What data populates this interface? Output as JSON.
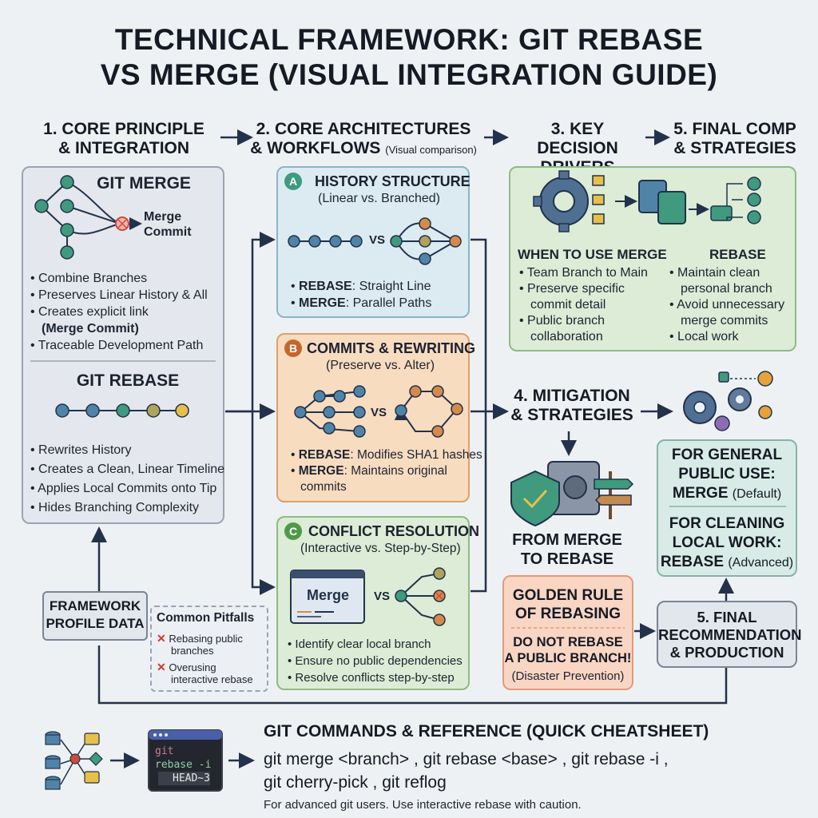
{
  "title_line1": "TECHNICAL FRAMEWORK: GIT REBASE",
  "title_line2": "VS MERGE (VISUAL INTEGRATION GUIDE)",
  "headers": {
    "h1_line1": "1. CORE PRINCIPLE",
    "h1_line2": "& INTEGRATION",
    "h2_line1": "2. CORE ARCHITECTURES",
    "h2_line2": "& WORKFLOWS",
    "h2_small": "(Visual comparison)",
    "h3_line1": "3. KEY DECISION",
    "h3_line2": "DRIVERS",
    "h5_line1": "5. FINAL COMP",
    "h5_line2": "& STRATEGIES"
  },
  "core": {
    "merge_title": "GIT MERGE",
    "merge_label_1": "Merge",
    "merge_label_2": "Commit",
    "merge_bullets": [
      "Combine Branches",
      "Preserves Linear History & All",
      "Creates explicit link"
    ],
    "merge_bold": "(Merge Commit)",
    "merge_bullet_last": "Traceable Development Path",
    "rebase_title": "GIT REBASE",
    "rebase_bullets": [
      "Rewrites History",
      "Creates a Clean, Linear Timeline",
      "Applies Local Commits onto Tip",
      "Hides Branching Complexity"
    ]
  },
  "card_a": {
    "badge": "A",
    "title": "HISTORY STRUCTURE",
    "sub": "(Linear vs. Branched)",
    "vs": "VS",
    "rebase_key": "REBASE",
    "rebase_val": ": Straight Line",
    "merge_key": "MERGE",
    "merge_val": ": Parallel Paths"
  },
  "card_b": {
    "badge": "B",
    "title": "COMMITS & REWRITING",
    "sub": "(Preserve vs. Alter)",
    "vs": "VS",
    "rebase_key": "REBASE",
    "rebase_val": ": Modifies SHA1 hashes",
    "merge_key": "MERGE",
    "merge_val": ": Maintains original",
    "merge_val2": "commits"
  },
  "card_c": {
    "badge": "C",
    "title": "CONFLICT RESOLUTION",
    "sub": "(Interactive vs. Step-by-Step)",
    "window_label": "Merge",
    "vs": "VS",
    "bullets": [
      "Identify clear local branch",
      "Ensure no public dependencies",
      "Resolve conflicts step-by-step"
    ]
  },
  "decision": {
    "merge_title": "WHEN TO USE MERGE",
    "merge_bullets": [
      "Team Branch to Main",
      "Preserve specific",
      "commit detail",
      "Public branch",
      "collaboration"
    ],
    "rebase_title": "REBASE",
    "rebase_bullets": [
      "Maintain clean",
      "personal branch",
      "Avoid unnecessary",
      "merge commits",
      "Local work"
    ]
  },
  "mitigation": {
    "title_line1": "4. MITIGATION",
    "title_line2": "& STRATEGIES",
    "from_line1": "FROM MERGE",
    "from_line2": "TO REBASE"
  },
  "golden": {
    "title_line1": "GOLDEN RULE",
    "title_line2": "OF REBASING",
    "warn_line1": "DO NOT REBASE",
    "warn_line2": "A PUBLIC BRANCH!",
    "note": "(Disaster Prevention)"
  },
  "strategies": {
    "general_line1": "FOR GENERAL",
    "general_line2": "PUBLIC USE:",
    "general_key": "MERGE",
    "general_note": "(Default)",
    "clean_line1": "FOR CLEANING",
    "clean_line2": "LOCAL WORK:",
    "clean_key": "REBASE",
    "clean_note": "(Advanced)"
  },
  "final": {
    "line1": "5. FINAL",
    "line2": "RECOMMENDATION",
    "line3": "& PRODUCTION"
  },
  "profile": {
    "line1": "FRAMEWORK",
    "line2": "PROFILE DATA"
  },
  "pitfalls": {
    "title": "Common Pitfalls",
    "item1_line1": "Rebasing public",
    "item1_line2": "branches",
    "item2_line1": "Overusing",
    "item2_line2": "interactive rebase"
  },
  "commands": {
    "terminal_l1": "git",
    "terminal_l2": "rebase -i",
    "terminal_l3": "HEAD~3",
    "title": "GIT COMMANDS & REFERENCE (QUICK CHEATSHEET)",
    "line1": "git merge <branch> , git rebase <base> , git rebase -i ,",
    "line2": "git cherry-pick , git reflog",
    "note": "For advanced git users. Use interactive rebase with caution."
  },
  "colors": {
    "node_green": "#3f9a7e",
    "node_blue": "#4f84a8",
    "node_olive": "#b0a35a",
    "node_yellow": "#e7c04a",
    "node_orange": "#d68a4a",
    "merge_red": "#d04a3c",
    "arrow": "#22324a"
  }
}
